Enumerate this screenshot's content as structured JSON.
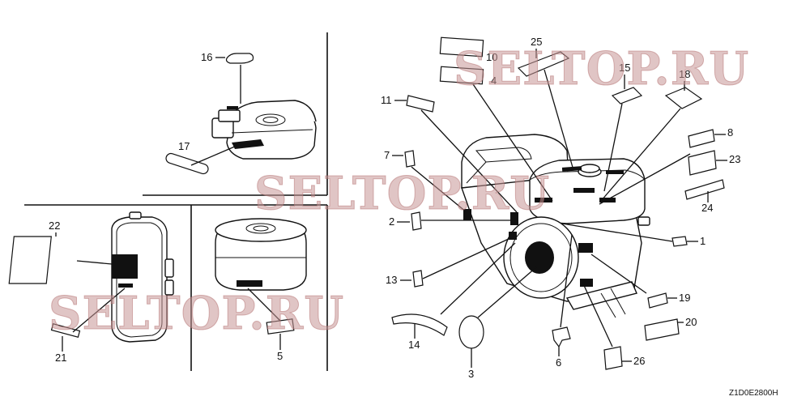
{
  "diagram": {
    "callouts": [
      "1",
      "2",
      "3",
      "4",
      "5",
      "6",
      "7",
      "8",
      "10",
      "11",
      "13",
      "14",
      "15",
      "16",
      "17",
      "18",
      "19",
      "20",
      "21",
      "22",
      "23",
      "24",
      "25",
      "26"
    ],
    "watermark": "SELTOP.RU",
    "figure_code": "Z1D0E2800H"
  },
  "colors": {
    "line": "#111111",
    "watermark": "#c79595"
  }
}
